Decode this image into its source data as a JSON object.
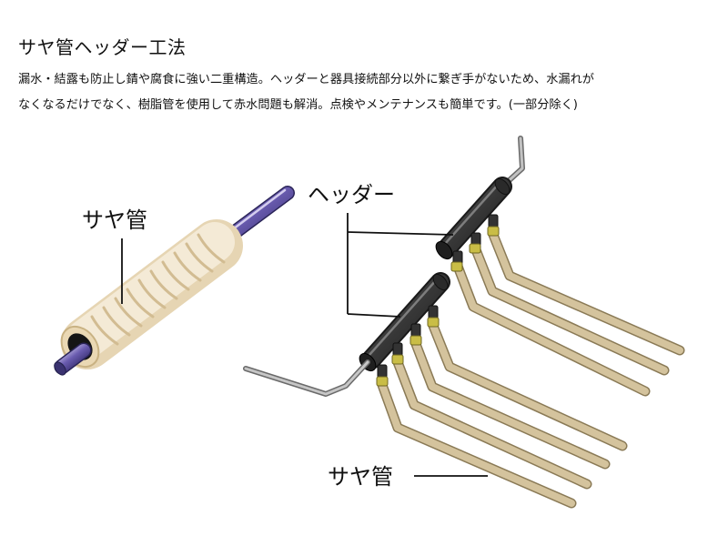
{
  "title": "サヤ管ヘッダー工法",
  "description": {
    "line1": "漏水・結露も防止し錆や腐食に強い二重構造。ヘッダーと器具接続部分以外に繋ぎ手がないため、水漏れが",
    "line2": "なくなるだけでなく、樹脂管を使用して赤水問題も解消。点検やメンテナンスも簡単です。(一部分除く)"
  },
  "labels": {
    "saya_left": "サヤ管",
    "header": "ヘッダー",
    "saya_bottom": "サヤ管"
  },
  "colors": {
    "sheath": "#efe2c8",
    "inner_pipe": "#5e4fa0",
    "tube": "#cdbb93",
    "manifold": "#404040",
    "fitting": "#c9bd46",
    "supply_pipe": "#a8a8a8"
  }
}
